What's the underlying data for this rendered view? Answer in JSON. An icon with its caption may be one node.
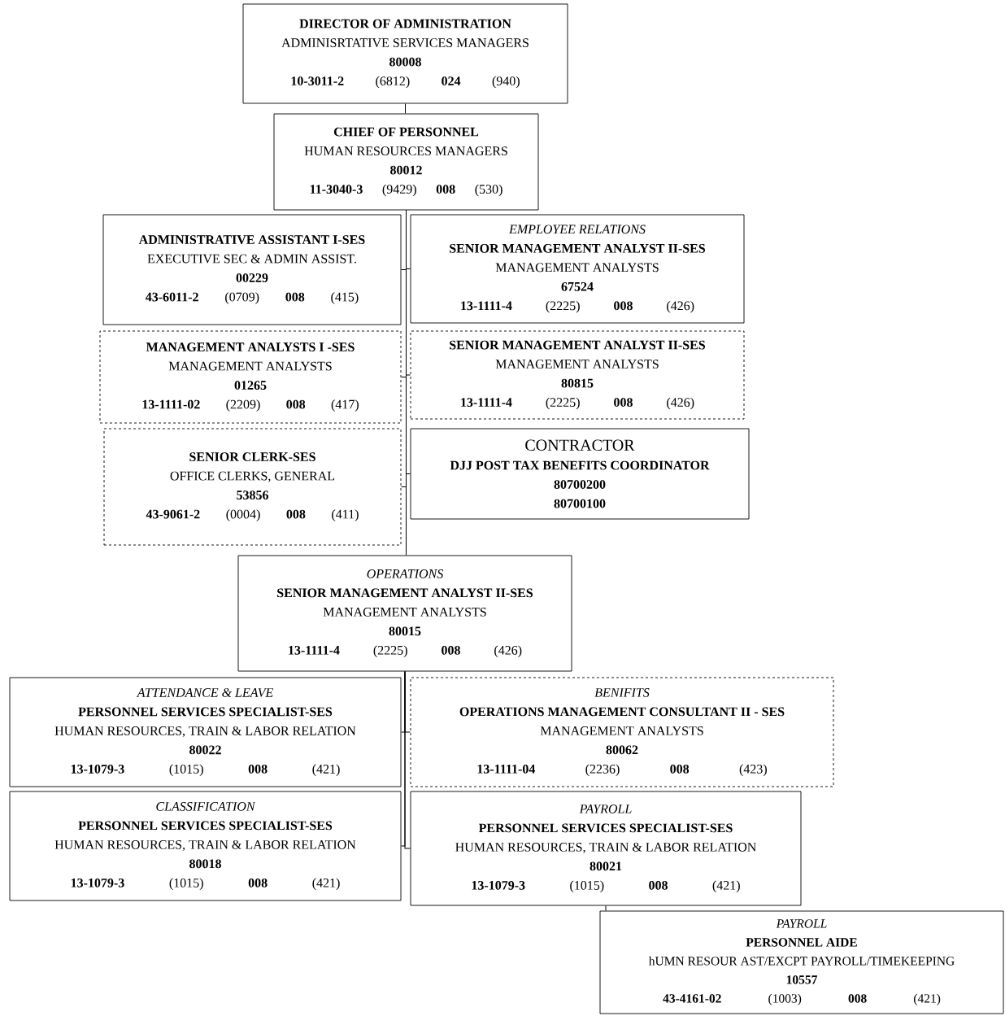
{
  "diagram": {
    "nodes": [
      {
        "text": [
          "DIRECTOR OF ADMINISTRATION",
          "ADMINISRTATIVE SERVICES MANAGERS",
          "80008",
          "10-3011-2",
          "(6812)",
          "024",
          "(940)"
        ]
      },
      {
        "text": [
          "CHIEF OF PERSONNEL",
          "HUMAN RESOURCES MANAGERS",
          "80012",
          "11-3040-3",
          "(9429)",
          "008",
          "(530)"
        ]
      },
      {
        "text": [
          "ADMINISTRATIVE ASSISTANT I-SES",
          "EXECUTIVE SEC & ADMIN ASSIST.",
          "00229",
          "43-6011-2",
          "(0709)",
          "008",
          "(415)"
        ]
      },
      {
        "text": [
          "EMPLOYEE RELATIONS",
          "SENIOR MANAGEMENT ANALYST II-SES",
          "MANAGEMENT ANALYSTS",
          "67524",
          "13-1111-4",
          "(2225)",
          "008",
          "(426)"
        ]
      },
      {
        "text": [
          "MANAGEMENT ANALYSTS I -SES",
          "MANAGEMENT ANALYSTS",
          "01265",
          "13-1111-02",
          "(2209)",
          "008",
          "(417)"
        ]
      },
      {
        "text": [
          "SENIOR MANAGEMENT ANALYST II-SES",
          "MANAGEMENT ANALYSTS",
          "80815",
          "13-1111-4",
          "(2225)",
          "008",
          "(426)"
        ]
      },
      {
        "text": [
          "SENIOR CLERK-SES",
          "OFFICE CLERKS, GENERAL",
          "53856",
          "43-9061-2",
          "(0004)",
          "008",
          "(411)"
        ]
      },
      {
        "text": [
          "CONTRACTOR",
          "DJJ POST TAX BENEFITS COORDINATOR",
          "80700200",
          "80700100"
        ]
      },
      {
        "text": [
          "OPERATIONS",
          "SENIOR MANAGEMENT ANALYST II-SES",
          "MANAGEMENT ANALYSTS",
          "80015",
          "13-1111-4",
          "(2225)",
          "008",
          "(426)"
        ]
      },
      {
        "text": [
          "ATTENDANCE & LEAVE",
          "PERSONNEL SERVICES SPECIALIST-SES",
          "HUMAN RESOURCES, TRAIN & LABOR RELATION",
          "80022",
          "13-1079-3",
          "(1015)",
          "008",
          "(421)"
        ]
      },
      {
        "text": [
          "BENIFITS",
          "OPERATIONS MANAGEMENT CONSULTANT II - SES",
          "MANAGEMENT ANALYSTS",
          "80062",
          "13-1111-04",
          "(2236)",
          "008",
          "(423)"
        ]
      },
      {
        "text": [
          "CLASSIFICATION",
          "PERSONNEL SERVICES SPECIALIST-SES",
          "HUMAN RESOURCES, TRAIN & LABOR RELATION",
          "80018",
          "13-1079-3",
          "(1015)",
          "008",
          "(421)"
        ]
      },
      {
        "text": [
          "PAYROLL",
          "PERSONNEL SERVICES SPECIALIST-SES",
          "HUMAN RESOURCES, TRAIN & LABOR RELATION",
          "80021",
          "13-1079-3",
          "(1015)",
          "008",
          "(421)"
        ]
      },
      {
        "text": [
          "PAYROLL",
          "PERSONNEL AIDE",
          "hUMN RESOUR AST/EXCPT PAYROLL/TIMEKEEPING",
          "10557",
          "43-4161-02",
          "(1003)",
          "008",
          "(421)"
        ]
      }
    ],
    "edges": [
      {
        "from": 0,
        "to": 1,
        "arrow": "none"
      },
      {
        "from": 1,
        "to": 2,
        "arrow": "none"
      },
      {
        "from": 1,
        "to": 3,
        "arrow": "none"
      },
      {
        "from": 1,
        "to": 4,
        "arrow": "none"
      },
      {
        "from": 1,
        "to": 5,
        "arrow": "none"
      },
      {
        "from": 1,
        "to": 6,
        "arrow": "none"
      },
      {
        "from": 1,
        "to": 7,
        "arrow": "none"
      },
      {
        "from": 1,
        "to": 8,
        "arrow": "none"
      },
      {
        "from": 8,
        "to": 9,
        "arrow": "none"
      },
      {
        "from": 8,
        "to": 10,
        "arrow": "none"
      },
      {
        "from": 8,
        "to": 11,
        "arrow": "none"
      },
      {
        "from": 8,
        "to": 12,
        "arrow": "none"
      },
      {
        "from": 12,
        "to": 13,
        "arrow": "none"
      }
    ]
  }
}
